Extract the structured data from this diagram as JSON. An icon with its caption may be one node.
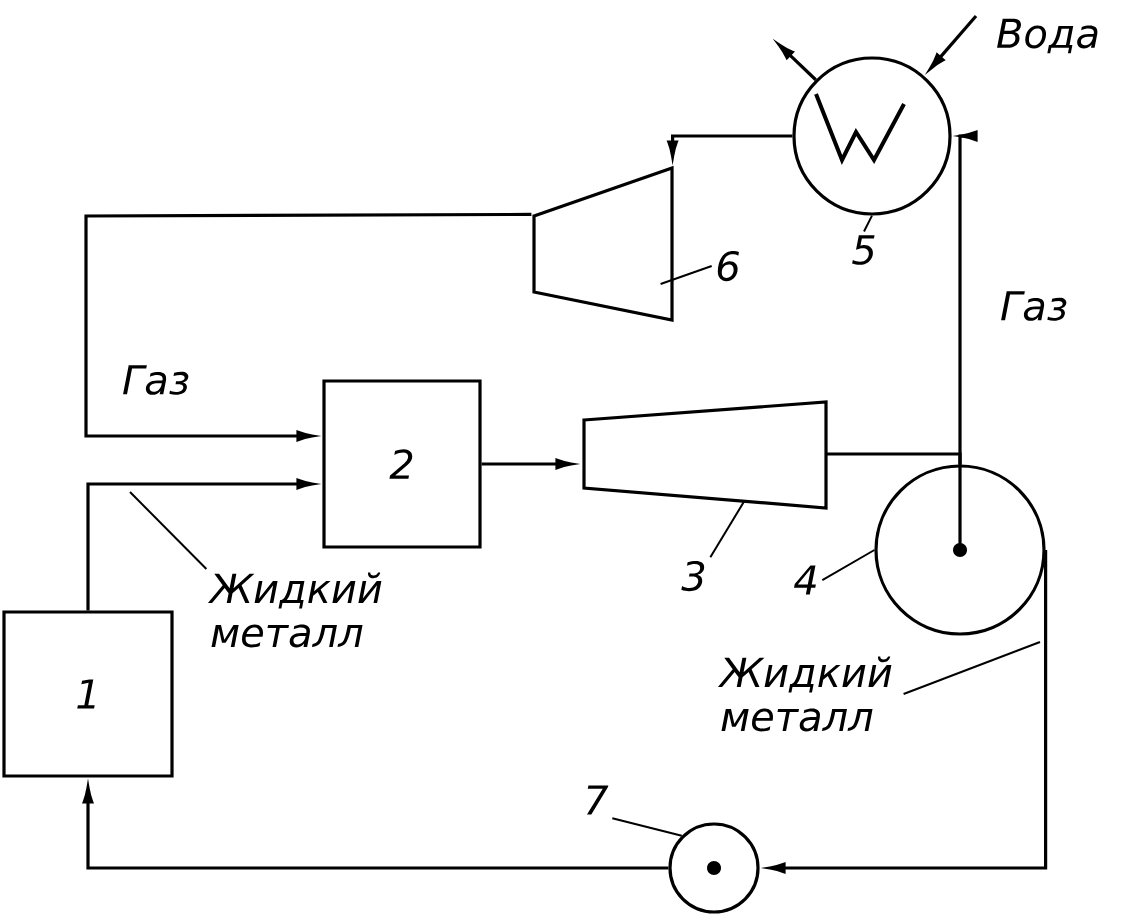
{
  "diagram": {
    "nodes": [
      {
        "text": [
          "1"
        ]
      },
      {
        "text": [
          "2"
        ]
      },
      {
        "text": [],
        "shape": "trapezoid"
      },
      {
        "text": [],
        "shape": "circle"
      },
      {
        "text": [],
        "shape": "circle"
      },
      {
        "text": [],
        "shape": "trapezoid"
      },
      {
        "text": [],
        "shape": "circle"
      },
      {
        "text": [
          "3"
        ]
      },
      {
        "text": [
          "4"
        ]
      },
      {
        "text": [
          "5"
        ]
      },
      {
        "text": [
          "6"
        ]
      },
      {
        "text": [
          "7"
        ]
      },
      {
        "text": [
          "Жидкий металл"
        ]
      },
      {
        "text": [
          "Жидкий металл"
        ]
      }
    ],
    "edges": [
      {
        "from": 0,
        "to": 1,
        "arrow": "to"
      },
      {
        "from": 5,
        "to": 1,
        "arrow": "to"
      },
      {
        "from": 1,
        "to": 2,
        "arrow": "to"
      },
      {
        "from": 2,
        "to": 3,
        "arrow": "none"
      },
      {
        "from": 3,
        "to": 4,
        "arrow": "to"
      },
      {
        "from": 4,
        "to": 5,
        "arrow": "to"
      },
      {
        "from": 3,
        "to": 6,
        "arrow": "to"
      },
      {
        "from": 6,
        "to": 0,
        "arrow": "to"
      },
      {
        "from": null,
        "to": 4,
        "arrow": "to"
      },
      {
        "from": 4,
        "to": null,
        "arrow": "to"
      },
      {
        "from": 7,
        "to": 2,
        "arrow": "none"
      },
      {
        "from": 8,
        "to": 3,
        "arrow": "none"
      },
      {
        "from": 9,
        "to": 4,
        "arrow": "none"
      },
      {
        "from": 10,
        "to": 5,
        "arrow": "none"
      },
      {
        "from": 11,
        "to": 6,
        "arrow": "none"
      },
      {
        "from": 12,
        "to": null,
        "arrow": "none"
      },
      {
        "from": 13,
        "to": null,
        "arrow": "none"
      }
    ],
    "labels": [
      "Вода",
      "Газ",
      "Газ"
    ]
  }
}
